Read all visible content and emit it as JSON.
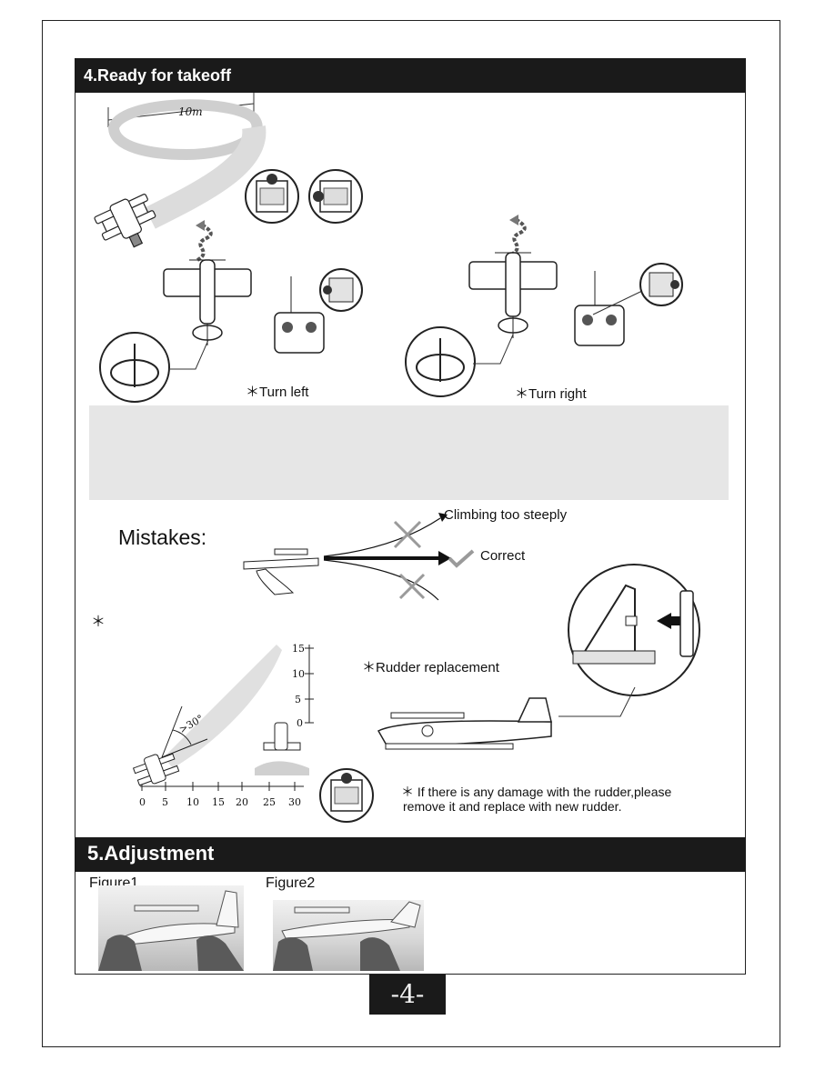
{
  "section4": {
    "title": "4.Ready for takeoff"
  },
  "diagram_top": {
    "distance_label": "10m"
  },
  "turns": {
    "left_label": "＊Turn left",
    "right_label": "＊Turn right"
  },
  "mistakes": {
    "heading": "Mistakes:",
    "climbing": "Climbing too steeply",
    "correct": "Correct",
    "asterisk": "＊"
  },
  "climb_chart": {
    "angle_label": ">30°",
    "y_ticks": [
      "15",
      "10",
      "5",
      "0"
    ],
    "x_ticks": [
      "0",
      "5",
      "10",
      "15",
      "20",
      "25",
      "30"
    ]
  },
  "rudder": {
    "heading": "＊Rudder replacement",
    "note_line1": "＊ If there is any damage with the rudder,please",
    "note_line2": "remove it and replace with new rudder."
  },
  "section5": {
    "title": "5.Adjustment"
  },
  "figures": {
    "figure1": "Figure1",
    "figure2": "Figure2"
  },
  "page_number": "-4-"
}
